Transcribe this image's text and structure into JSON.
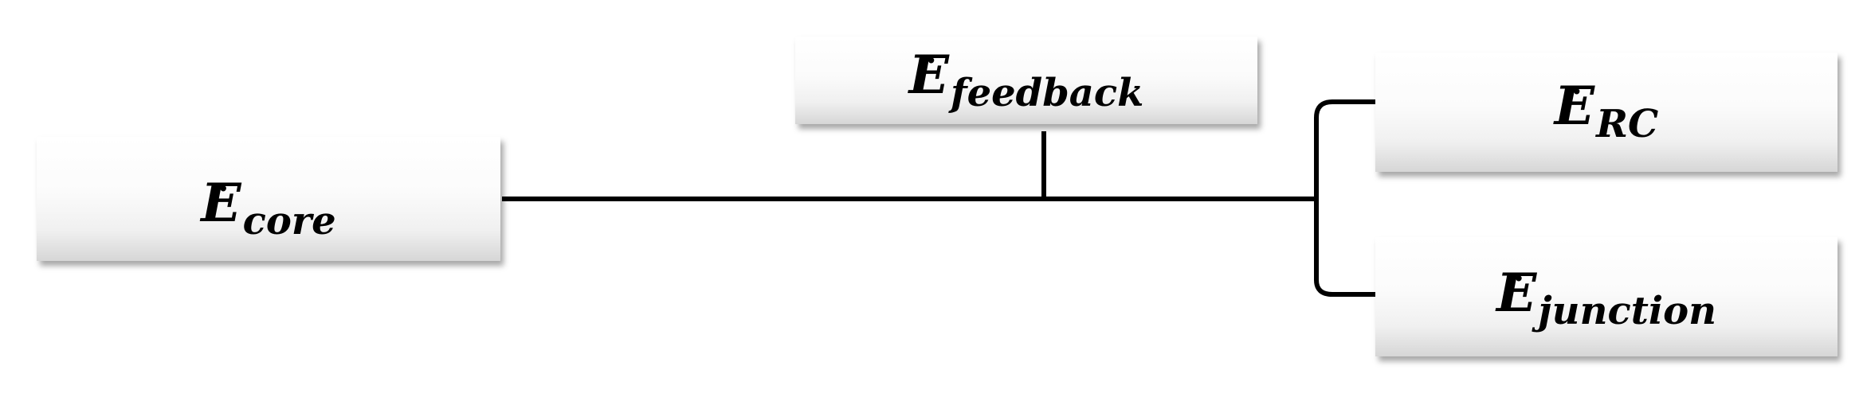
{
  "diagram": {
    "nodes": {
      "core": {
        "symbol": "E",
        "subscript": "core"
      },
      "feedback": {
        "symbol": "E",
        "subscript": "feedback"
      },
      "rc": {
        "symbol": "E",
        "subscript": "RC"
      },
      "junction": {
        "symbol": "E",
        "subscript": "junction"
      }
    },
    "dot_mark": "·",
    "line_color": "#000000"
  }
}
